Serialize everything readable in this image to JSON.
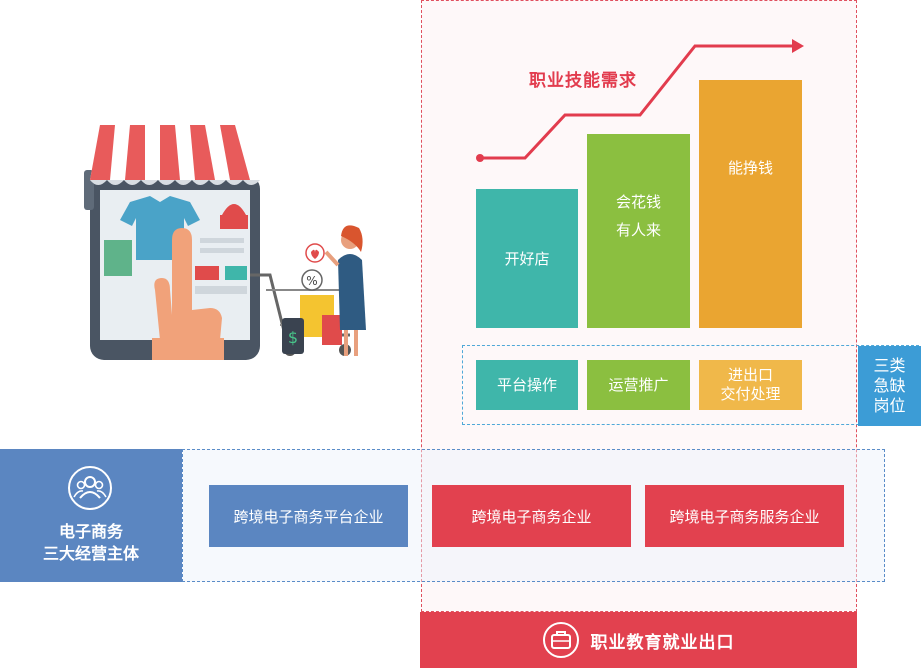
{
  "demand": {
    "title": "职业技能需求"
  },
  "bars": [
    {
      "text": "开好店"
    },
    {
      "text": "会花钱\n有人来"
    },
    {
      "text": "能挣钱"
    }
  ],
  "jobs": [
    {
      "text": "平台操作"
    },
    {
      "text": "运营推广"
    },
    {
      "text": "进出口\n交付处理"
    }
  ],
  "urgent_badge": "三类\n急缺\n岗位",
  "entities": {
    "label": "电子商务\n三大经营主体",
    "items": [
      "跨境电子商务平台企业",
      "跨境电子商务企业",
      "跨境电子商务服务企业"
    ]
  },
  "exit": {
    "text": "职业教育就业出口"
  },
  "colors": {
    "red": "#e2414f",
    "teal": "#3fb6aa",
    "green": "#8bbf40",
    "orange": "#eaa531",
    "blue": "#5b86c1",
    "sky": "#3c9cd6"
  },
  "icons": [
    "people-icon",
    "briefcase-icon",
    "percent-tag-icon",
    "dollar-icon",
    "heart-icon",
    "shopping-cart-icon"
  ]
}
